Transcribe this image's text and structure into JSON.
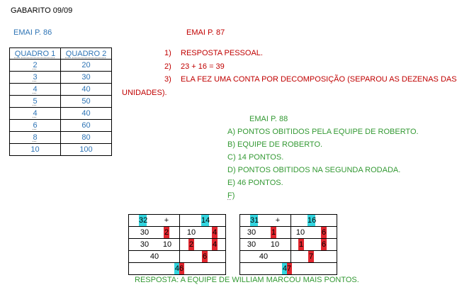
{
  "header": {
    "title": "GABARITO 09/09"
  },
  "left": {
    "heading": "EMAI P. 86",
    "table": {
      "headers": [
        "QUADRO 1",
        "QUADRO 2"
      ],
      "rows": [
        [
          "2",
          "20"
        ],
        [
          "3",
          "30"
        ],
        [
          "4",
          "40"
        ],
        [
          "5",
          "50"
        ],
        [
          "4",
          "40"
        ],
        [
          "6",
          "60"
        ],
        [
          "8",
          "80"
        ],
        [
          "10",
          "100"
        ]
      ]
    }
  },
  "p87": {
    "heading": "EMAI P. 87",
    "items": [
      {
        "num": "1)",
        "text": "RESPOSTA PESSOAL."
      },
      {
        "num": "2)",
        "text": "23 + 16 = 39"
      },
      {
        "num": "3)",
        "text": "ELA FEZ UMA CONTA POR DECOMPOSIÇÃO (SEPAROU AS DEZENAS DAS"
      }
    ],
    "continuation": "UNIDADES)."
  },
  "p88": {
    "heading": "EMAI P. 88",
    "items": [
      "A)  PONTOS OBITIDOS PELA EQUIPE DE ROBERTO.",
      "B)  EQUIPE DE ROBERTO.",
      "C)  14 PONTOS.",
      "D)     PONTOS OBITIDOS NA SEGUNDA RODADA.",
      "E)       46 PONTOS.",
      "F)"
    ]
  },
  "grids": [
    {
      "top": [
        "32",
        "+",
        "14"
      ],
      "r2": [
        "30",
        "2",
        "10",
        "4"
      ],
      "r3": [
        "30",
        "10",
        "2",
        "4"
      ],
      "r4": [
        "40",
        "6"
      ],
      "r5": "46"
    },
    {
      "top": [
        "31",
        "+",
        "16"
      ],
      "r2": [
        "30",
        "1",
        "10",
        "6"
      ],
      "r3": [
        "30",
        "10",
        "1",
        "6"
      ],
      "r4": [
        "40",
        "7"
      ],
      "r5": "47"
    }
  ],
  "answer": "RESPOSTA: A EQUIPE DE WILLIAM MARCOU MAIS PONTOS.",
  "colors": {
    "cyan": "#33d6e0",
    "red": "#e0262e",
    "blue_text": "#2e74b5",
    "red_text": "#c00000",
    "green_text": "#339933"
  }
}
